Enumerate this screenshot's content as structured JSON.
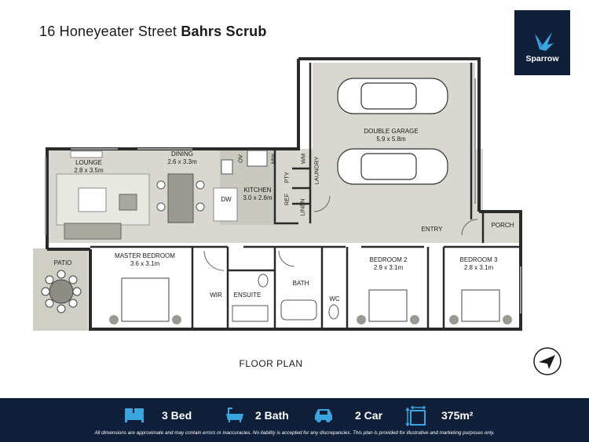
{
  "header": {
    "street": "16 Honeyeater Street",
    "suburb": "Bahrs Scrub"
  },
  "logo": {
    "text": "Sparrow",
    "color": "#0f1f3a"
  },
  "rooms": {
    "double_garage": {
      "name": "DOUBLE GARAGE",
      "size": "5.9 x 5.8m"
    },
    "lounge": {
      "name": "LOUNGE",
      "size": "2.8 x 3.5m"
    },
    "dining": {
      "name": "DINING",
      "size": "2.6 x 3.3m"
    },
    "kitchen": {
      "name": "KITCHEN",
      "size": "3.0 x 2.6m"
    },
    "master_bedroom": {
      "name": "MASTER BEDROOM",
      "size": "3.6 x 3.1m"
    },
    "bedroom2": {
      "name": "BEDROOM 2",
      "size": "2.9 x 3.1m"
    },
    "bedroom3": {
      "name": "BEDROOM 3",
      "size": "2.8 x 3.1m"
    },
    "patio": "PATIO",
    "porch": "PORCH",
    "entry": "ENTRY",
    "ensuite": "ENSUITE",
    "bath": "BATH",
    "wc": "WC",
    "wir": "WIR",
    "laundry": "LAUNDRY",
    "linen": "LINEN",
    "pty": "PTY",
    "ref": "REF",
    "wm": "WM",
    "ov": "OV",
    "mw": "MW",
    "dw": "DW"
  },
  "plan_title": "FLOOR PLAN",
  "features": {
    "bed": "3 Bed",
    "bath": "2 Bath",
    "car": "2 Car",
    "area": "375m²"
  },
  "footer": {
    "disclaimer": "All dimensions are approximate and may contain errors or inaccuracies. No liability is accepted for any discrepancies. This plan is provided for illustrative and marketing purposes only.",
    "background": "#0f1f3a",
    "icon_color": "#3aa6e0"
  }
}
